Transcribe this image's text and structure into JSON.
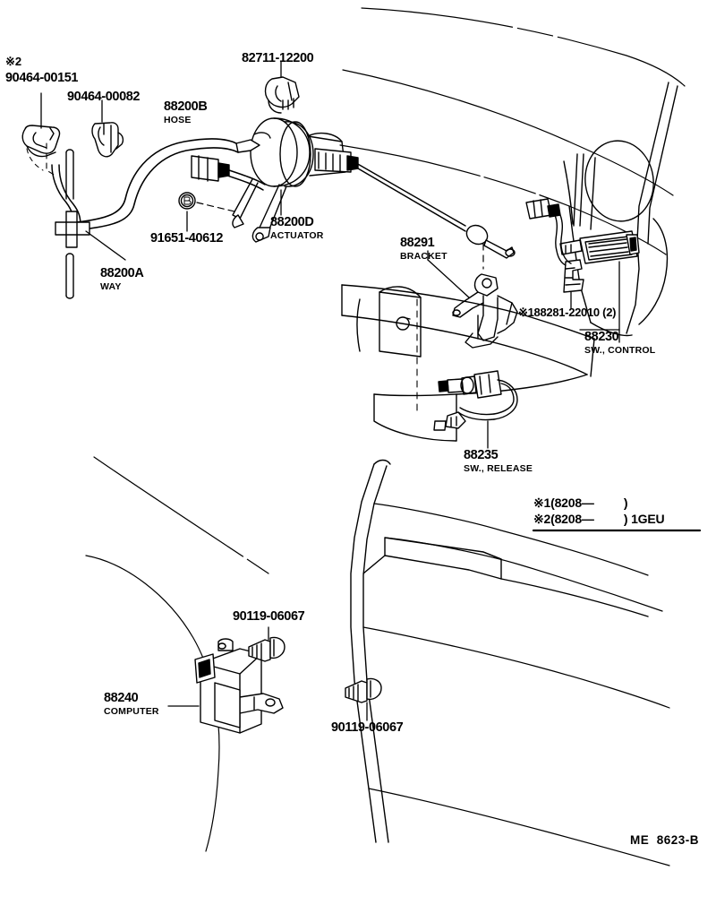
{
  "diagram": {
    "title": "Toyota cruise control system exploded parts diagram",
    "footer_code": "ME  8623-B",
    "line_color": "#000000",
    "background": "#ffffff"
  },
  "callouts": {
    "clip_90464_00151": {
      "part_number": "90464-00151",
      "asterisk": "※2"
    },
    "clip_90464_00082": {
      "part_number": "90464-00082"
    },
    "hose_88200B": {
      "part_number": "88200B",
      "name": "HOSE"
    },
    "clamp_82711": {
      "part_number": "82711-12200"
    },
    "actuator_88200D": {
      "part_number": "88200D",
      "name": "ACTUATOR"
    },
    "grommet_91651": {
      "part_number": "91651-40612",
      "marker": "B"
    },
    "way_88200A": {
      "part_number": "88200A",
      "name": "WAY"
    },
    "bracket_88291": {
      "part_number": "88291",
      "name": "BRACKET"
    },
    "bolt_88281": {
      "part_number": "※188281-22010 (2)"
    },
    "sw_control_88230": {
      "part_number": "88230",
      "name": "SW., CONTROL"
    },
    "sw_release_88235": {
      "part_number": "88235",
      "name": "SW., RELEASE"
    },
    "computer_88240": {
      "part_number": "88240",
      "name": "COMPUTER"
    },
    "bolt_top_90119": {
      "part_number": "90119-06067"
    },
    "bolt_bottom_90119": {
      "part_number": "90119-06067"
    }
  },
  "notes": {
    "line1": "※1(8208—         )",
    "line2": "※2(8208—         ) 1GEU"
  }
}
